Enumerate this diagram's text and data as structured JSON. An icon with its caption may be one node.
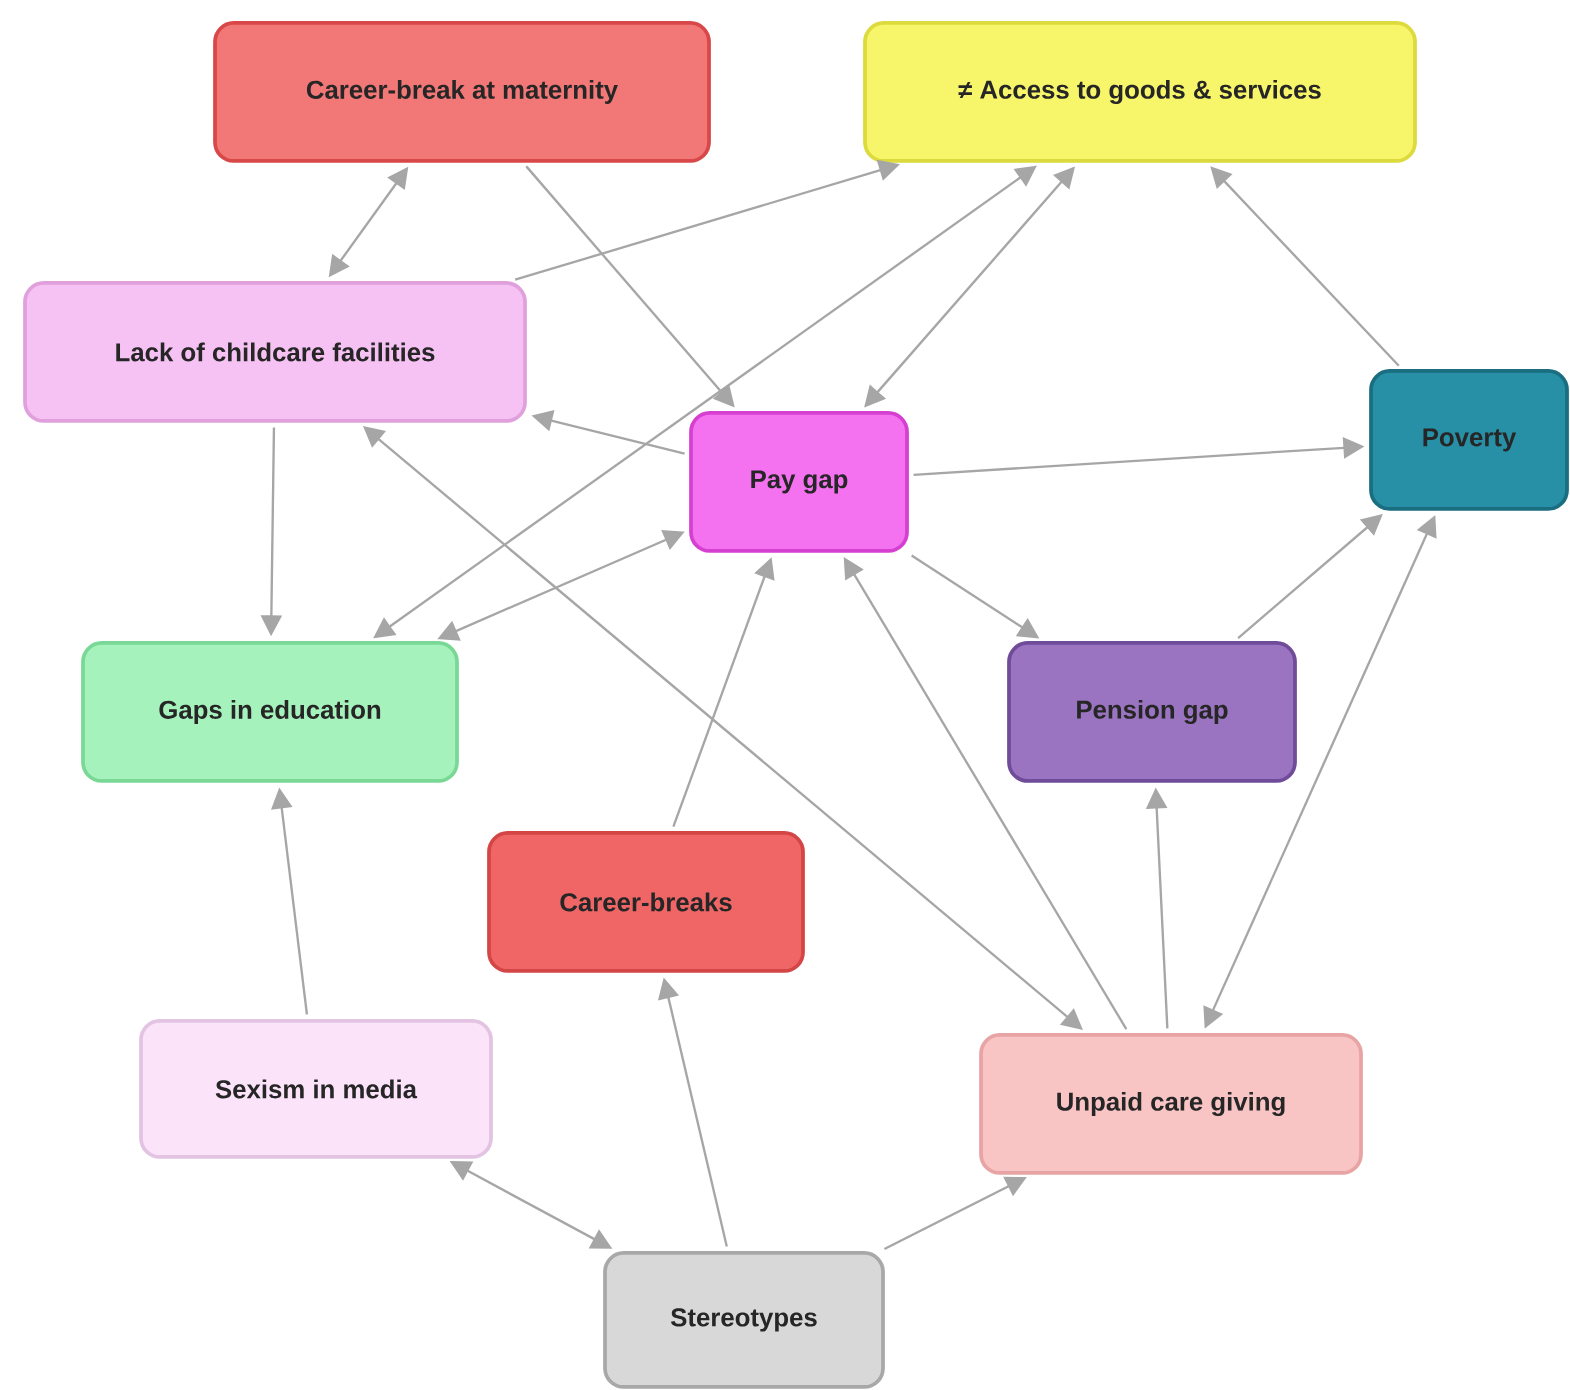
{
  "diagram": {
    "nodes": [
      {
        "text": [
          "Career-break at maternity"
        ]
      },
      {
        "text": [
          "≠ Access to goods & services"
        ]
      },
      {
        "text": [
          "Lack of childcare facilities"
        ]
      },
      {
        "text": [
          "Pay gap"
        ]
      },
      {
        "text": [
          "Poverty"
        ]
      },
      {
        "text": [
          "Gaps in education"
        ]
      },
      {
        "text": [
          "Pension gap"
        ]
      },
      {
        "text": [
          "Career-breaks"
        ]
      },
      {
        "text": [
          "Sexism in media"
        ]
      },
      {
        "text": [
          "Unpaid care giving"
        ]
      },
      {
        "text": [
          "Stereotypes"
        ]
      }
    ],
    "edges": [
      {
        "from": 0,
        "to": 2,
        "arrow": "both"
      },
      {
        "from": 0,
        "to": 3,
        "arrow": "to"
      },
      {
        "from": 2,
        "to": 1,
        "arrow": "to"
      },
      {
        "from": 5,
        "to": 1,
        "arrow": "both"
      },
      {
        "from": 3,
        "to": 1,
        "arrow": "both"
      },
      {
        "from": 3,
        "to": 2,
        "arrow": "to"
      },
      {
        "from": 3,
        "to": 5,
        "arrow": "both"
      },
      {
        "from": 2,
        "to": 5,
        "arrow": "to"
      },
      {
        "from": 4,
        "to": 1,
        "arrow": "to"
      },
      {
        "from": 3,
        "to": 4,
        "arrow": "to"
      },
      {
        "from": 3,
        "to": 6,
        "arrow": "to"
      },
      {
        "from": 6,
        "to": 4,
        "arrow": "to"
      },
      {
        "from": 9,
        "to": 4,
        "arrow": "both"
      },
      {
        "from": 9,
        "to": 6,
        "arrow": "to"
      },
      {
        "from": 9,
        "to": 3,
        "arrow": "to"
      },
      {
        "from": 2,
        "to": 9,
        "arrow": "both"
      },
      {
        "from": 7,
        "to": 3,
        "arrow": "to"
      },
      {
        "from": 8,
        "to": 5,
        "arrow": "to"
      },
      {
        "from": 8,
        "to": 10,
        "arrow": "both"
      },
      {
        "from": 10,
        "to": 7,
        "arrow": "to"
      },
      {
        "from": 10,
        "to": 9,
        "arrow": "to"
      }
    ]
  }
}
